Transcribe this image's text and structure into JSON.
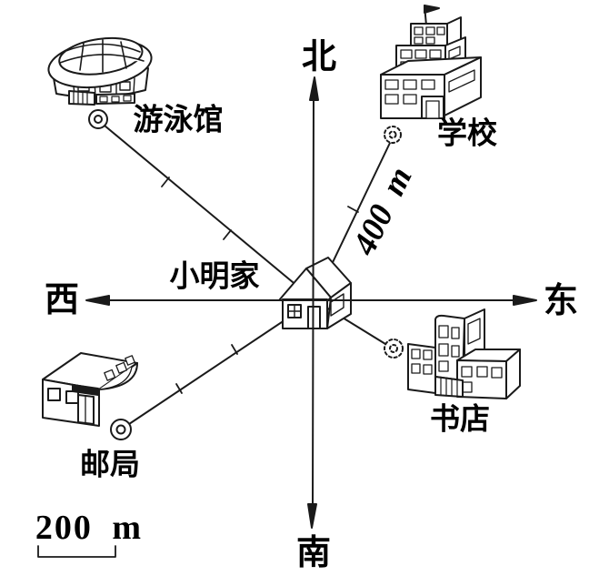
{
  "background": "#ffffff",
  "ink_color": "#1a1a1a",
  "compass": {
    "north_label": "北",
    "south_label": "南",
    "west_label": "西",
    "east_label": "东"
  },
  "center": {
    "label": "小明家",
    "icon": "house-icon"
  },
  "locations": [
    {
      "name": "swimming-pool",
      "label": "游泳馆",
      "icon": "stadium-icon",
      "direction": "northwest",
      "marker": "double-circle",
      "segment_ticks": 2
    },
    {
      "name": "school",
      "label": "学校",
      "icon": "school-building-icon",
      "direction": "northeast",
      "marker": "double-circle-dashed",
      "distance_label": "400 m",
      "segment_ticks": 1
    },
    {
      "name": "bookstore",
      "label": "书店",
      "icon": "bookstore-building-icon",
      "direction": "southeast",
      "marker": "double-circle-dashed",
      "segment_ticks": 0
    },
    {
      "name": "post-office",
      "label": "邮局",
      "icon": "post-office-building-icon",
      "direction": "southwest",
      "marker": "double-circle",
      "segment_ticks": 2
    }
  ],
  "scale_bar": {
    "label": "200 m"
  }
}
